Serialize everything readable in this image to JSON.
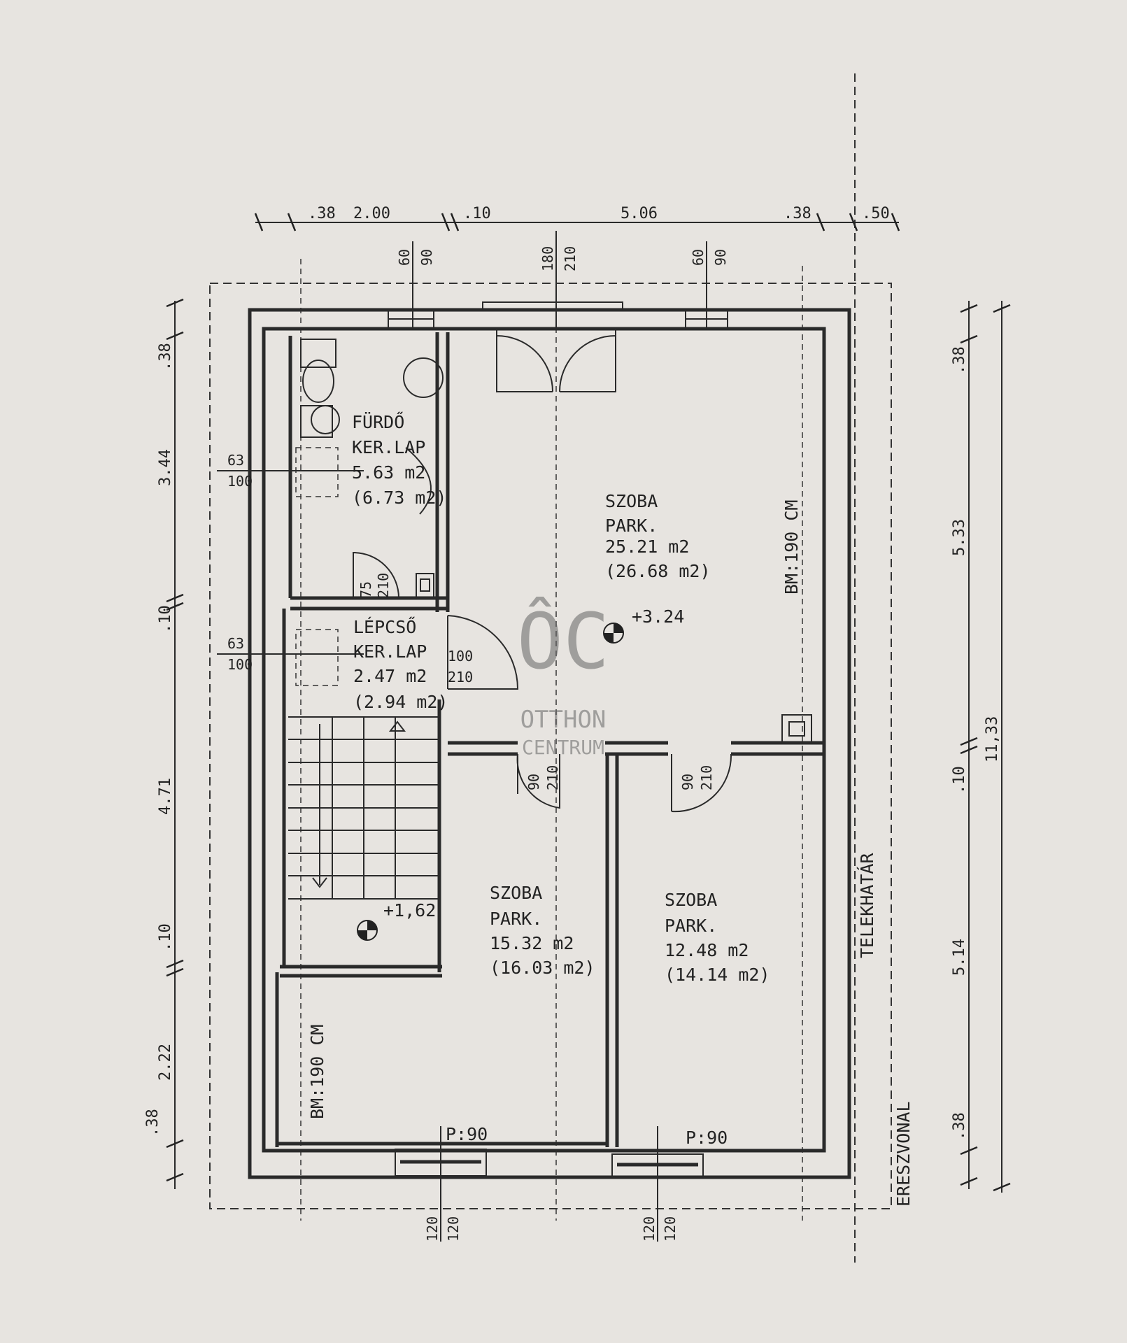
{
  "rooms": {
    "bath": {
      "name": "FÜRDŐ",
      "floor": "KER.LAP",
      "net": "5.63 m2",
      "gross": "(6.73 m2)"
    },
    "stair": {
      "name": "LÉPCSŐ",
      "floor": "KER.LAP",
      "net": "2.47 m2",
      "gross": "(2.94 m2)"
    },
    "main": {
      "name": "SZOBA",
      "floor": "PARK.",
      "net": "25.21 m2",
      "gross": "(26.68 m2)"
    },
    "room_a": {
      "name": "SZOBA",
      "floor": "PARK.",
      "net": "15.32 m2",
      "gross": "(16.03 m2)"
    },
    "room_b": {
      "name": "SZOBA",
      "floor": "PARK.",
      "net": "12.48 m2",
      "gross": "(14.14 m2)"
    }
  },
  "levels": {
    "main": "+3.24",
    "stair": "+1,62"
  },
  "top_dims": [
    ".38",
    "2.00",
    ".10",
    "5.06",
    ".38",
    ".50"
  ],
  "left_dims": [
    ".38",
    "3.44",
    ".10",
    "4.71",
    ".10",
    "2.22",
    ".38"
  ],
  "right_dims": [
    ".38",
    "5.33",
    ".10",
    "5.14",
    ".38"
  ],
  "right_total": "11,33",
  "window_marks": [
    {
      "w": "60",
      "h": "90"
    },
    {
      "w": "180",
      "h": "210"
    },
    {
      "w": "60",
      "h": "90"
    },
    {
      "w": "120",
      "h": "120"
    },
    {
      "w": "120",
      "h": "120"
    }
  ],
  "door_marks": [
    {
      "w": "63",
      "h": "100"
    },
    {
      "w": "63",
      "h": "100"
    },
    {
      "w": "75",
      "h": "210"
    },
    {
      "w": "100",
      "h": "210"
    },
    {
      "w": "90",
      "h": "210"
    },
    {
      "w": "90",
      "h": "210"
    }
  ],
  "parapets": [
    "P:90",
    "P:90"
  ],
  "ceiling_notes": [
    "BM:190 CM",
    "BM:190 CM"
  ],
  "boundary_labels": {
    "lot": "TELEKHATÁR",
    "eave": "ERESZVONAL"
  },
  "watermark": {
    "logo": "ÔC",
    "line1": "OTTHON",
    "line2": "CENTRUM"
  }
}
